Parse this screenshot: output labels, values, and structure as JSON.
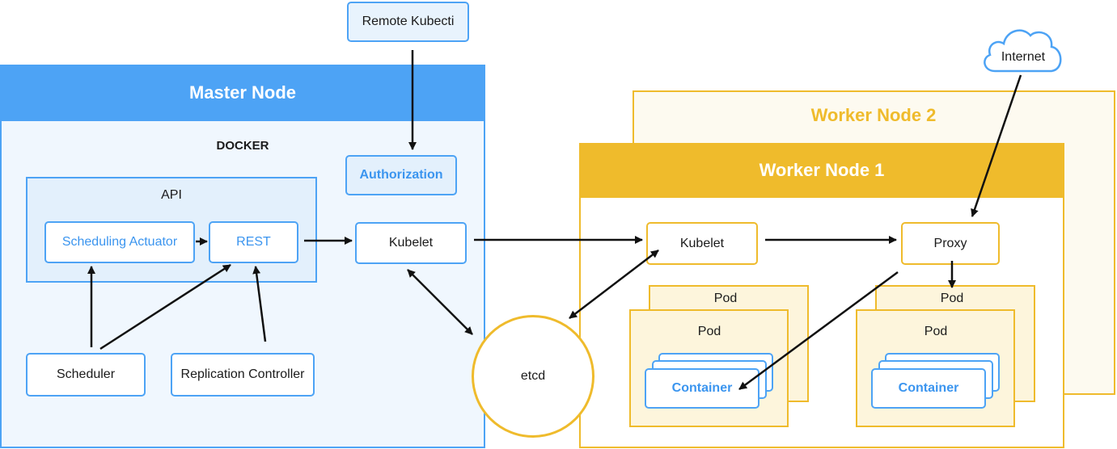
{
  "remote_kubectl": "Remote Kubecti",
  "internet": "Internet",
  "master": {
    "title": "Master Node",
    "docker": "DOCKER",
    "authorization": "Authorization",
    "api": "API",
    "scheduling_actuator": "Scheduling Actuator",
    "rest": "REST",
    "kubelet": "Kubelet",
    "scheduler": "Scheduler",
    "replication_controller": "Replication Controller"
  },
  "etcd": "etcd",
  "worker2": {
    "title": "Worker Node 2"
  },
  "worker1": {
    "title": "Worker Node 1",
    "kubelet": "Kubelet",
    "proxy": "Proxy",
    "pod_back_left": "Pod",
    "pod_front_left": "Pod",
    "container_left": "Container",
    "pod_back_right": "Pod",
    "pod_front_right": "Pod",
    "container_right": "Container"
  },
  "colors": {
    "master_blue": "#4da3f5",
    "master_bg": "#f0f7fe",
    "api_bg": "#e3f0fc",
    "worker_yellow": "#efbb2c",
    "worker_bg": "#fdfaf0",
    "pod_bg": "#fdf5dc"
  }
}
